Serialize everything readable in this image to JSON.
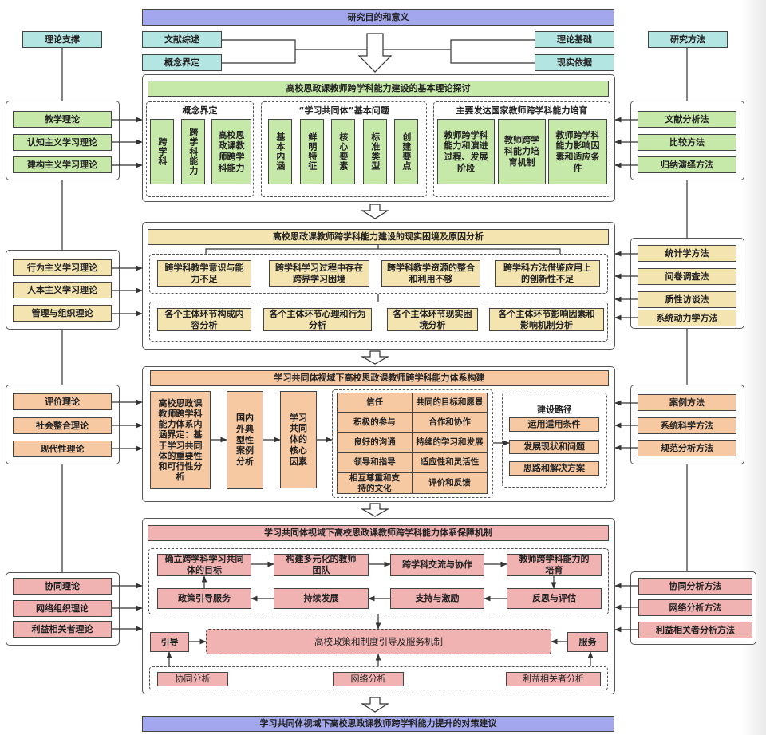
{
  "top": {
    "purpose": "研究目的和意义",
    "left_inputs": [
      "文献综述",
      "概念界定"
    ],
    "right_inputs": [
      "理论基础",
      "现实依据"
    ],
    "left_header": "理论支撑",
    "right_header": "研究方法"
  },
  "section1": {
    "title": "高校思政课教师跨学科能力建设的基本理论探讨",
    "theories": [
      "教学理论",
      "认知主义学习理论",
      "建构主义学习理论"
    ],
    "methods": [
      "文献分析法",
      "比较方法",
      "归纳演绎方法"
    ],
    "group1": {
      "title": "概念界定",
      "items": [
        "跨学科",
        "跨学科能力",
        "高校思政课教师跨学科能力"
      ]
    },
    "group2": {
      "title": "“学习共同体”基本问题",
      "items": [
        "基本内涵",
        "鲜明特征",
        "核心要素",
        "标准类型",
        "创建要点"
      ]
    },
    "group3": {
      "title": "主要发达国家教师跨学科能力培育",
      "items": [
        "教师跨学科能力和演进过程、发展阶段",
        "教师跨学科能力培育机制",
        "教师跨学科能力影响因素和适应条件"
      ]
    }
  },
  "section2": {
    "title": "高校思政课教师跨学科能力建设的现实困境及原因分析",
    "theories": [
      "行为主义学习理论",
      "人本主义学习理论",
      "管理与组织理论"
    ],
    "methods": [
      "统计学方法",
      "问卷调查法",
      "质性访谈法",
      "系统动力学方法"
    ],
    "row1": [
      "跨学科教学意识与能力不足",
      "跨学科学习过程中存在跨界学习困境",
      "跨学科教学资源的整合和利用不够",
      "跨学科方法借鉴应用上的创新性不足"
    ],
    "row2": [
      "各个主体环节构成内容分析",
      "各个主体环节心理和行为分析",
      "各个主体环节现实困境分析",
      "各个主体环节影响因素和影响机制分析"
    ]
  },
  "section3": {
    "title": "学习共同体视域下高校思政课教师跨学科能力体系构建",
    "theories": [
      "评价理论",
      "社会整合理论",
      "现代性理论"
    ],
    "methods": [
      "案例方法",
      "系统科学方法",
      "规范分析方法"
    ],
    "definition": "高校思政课教师跨学科能力体系内涵界定：基于学习共同体的重要性和可行性分析",
    "cases": "国内外典型性案例分析",
    "core": "学习共同体的核心因素",
    "factors_left": [
      "信任",
      "积极的参与",
      "良好的沟通",
      "领导和指导",
      "相互尊重和支持的文化"
    ],
    "factors_right": [
      "共同的目标和愿景",
      "合作和协作",
      "持续的学习和发展",
      "适应性和灵活性",
      "评价和反馈"
    ],
    "path_title": "建设路径",
    "paths": [
      "运用适用条件",
      "发展现状和问题",
      "思路和解决方案"
    ]
  },
  "section4": {
    "title": "学习共同体视域下高校思政课教师跨学科能力体系保障机制",
    "theories": [
      "协同理论",
      "网络组织理论",
      "利益相关者理论"
    ],
    "methods": [
      "协同分析方法",
      "网络分析方法",
      "利益相关者分析方法"
    ],
    "cycle_top": [
      "确立跨学科学习共同体的目标",
      "构建多元化的教师团队",
      "跨学科交流与协作",
      "教师跨学科能力的培育"
    ],
    "cycle_bottom": [
      "政策引导服务",
      "持续发展",
      "支持与激励",
      "反思与评估"
    ],
    "guide": "引导",
    "mechanism": "高校政策和制度引导及服务机制",
    "service": "服务",
    "analyses": [
      "协同分析",
      "网络分析",
      "利益相关者分析"
    ]
  },
  "bottom": {
    "conclusion": "学习共同体视域下高校思政课教师跨学科能力提升的对策建议"
  }
}
